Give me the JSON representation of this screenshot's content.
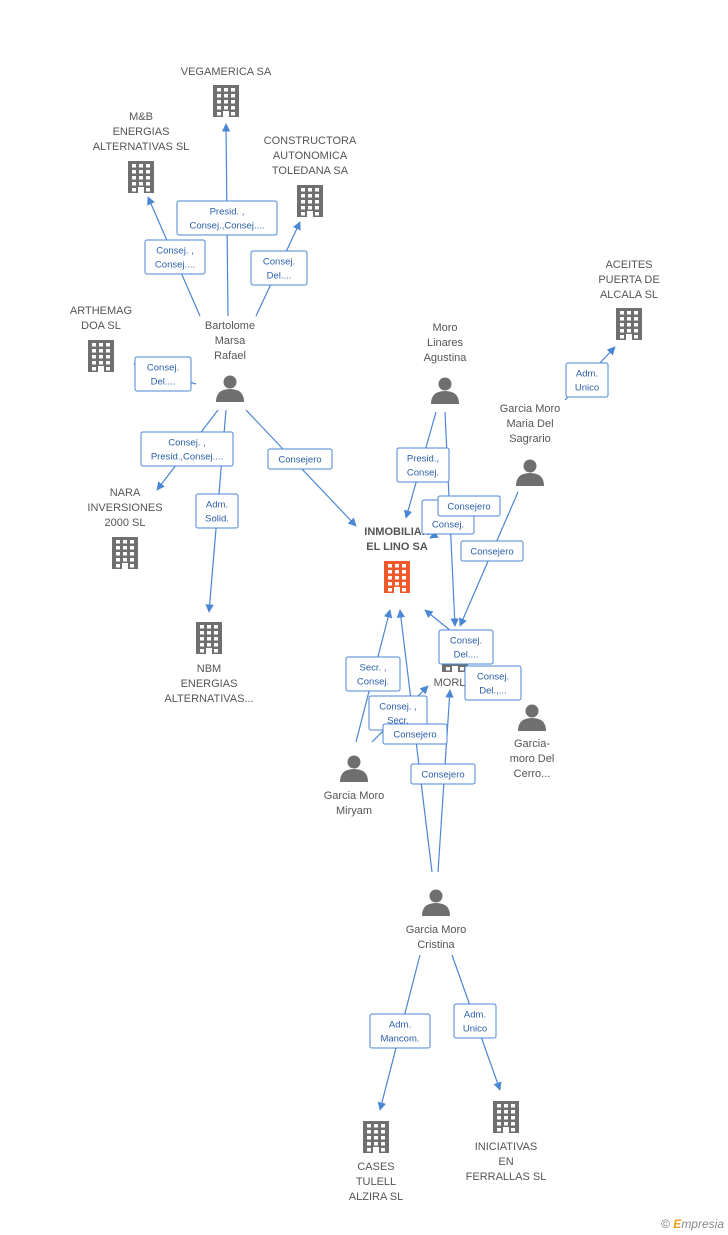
{
  "colors": {
    "edge": "#4a86d4",
    "company": "#6f6f6f",
    "focus": "#f0592a",
    "person": "#6f6f6f"
  },
  "nodes": [
    {
      "id": "vegamerica",
      "type": "company",
      "lines": [
        "VEGAMERICA SA"
      ]
    },
    {
      "id": "mb",
      "type": "company",
      "lines": [
        "M&B",
        "ENERGIAS",
        "ALTERNATIVAS SL"
      ]
    },
    {
      "id": "constructora",
      "type": "company",
      "lines": [
        "CONSTRUCTORA",
        "AUTONOMICA",
        "TOLEDANA SA"
      ]
    },
    {
      "id": "aceites",
      "type": "company",
      "lines": [
        "ACEITES",
        "PUERTA DE",
        "ALCALA SL"
      ]
    },
    {
      "id": "arthemag",
      "type": "company",
      "lines": [
        "ARTHEMAG",
        "DOA SL"
      ]
    },
    {
      "id": "bartolome",
      "type": "person",
      "lines": [
        "Bartolome",
        "Marsa",
        "Rafael"
      ]
    },
    {
      "id": "moro_linares",
      "type": "person",
      "lines": [
        "Moro",
        "Linares",
        "Agustina"
      ]
    },
    {
      "id": "garcia_maria",
      "type": "person",
      "lines": [
        "Garcia Moro",
        "Maria Del",
        "Sagrario"
      ]
    },
    {
      "id": "nara",
      "type": "company",
      "lines": [
        "NARA",
        "INVERSIONES",
        "2000 SL"
      ]
    },
    {
      "id": "inmobiliaria",
      "type": "focus",
      "lines": [
        "INMOBILIAR",
        "EL LINO SA"
      ]
    },
    {
      "id": "nbm",
      "type": "company",
      "lines": [
        "NBM",
        "ENERGIAS",
        "ALTERNATIVAS..."
      ]
    },
    {
      "id": "morlin",
      "type": "company",
      "lines": [
        "MORLIN"
      ]
    },
    {
      "id": "garcia_cerro",
      "type": "person",
      "lines": [
        "Garcia-",
        "moro Del",
        "Cerro..."
      ]
    },
    {
      "id": "garcia_miryam",
      "type": "person",
      "lines": [
        "Garcia Moro",
        "Miryam"
      ]
    },
    {
      "id": "garcia_cristina",
      "type": "person",
      "lines": [
        "Garcia Moro",
        "Cristina"
      ]
    },
    {
      "id": "cases",
      "type": "company",
      "lines": [
        "CASES",
        "TULELL",
        "ALZIRA SL"
      ]
    },
    {
      "id": "iniciativas",
      "type": "company",
      "lines": [
        "INICIATIVAS",
        "EN",
        "FERRALLAS SL"
      ]
    }
  ],
  "edges": [
    {
      "id": "e1",
      "lines": [
        "Presid. ,",
        "Consej.,Consej...."
      ]
    },
    {
      "id": "e2",
      "lines": [
        "Consej. ,",
        "Consej...."
      ]
    },
    {
      "id": "e3",
      "lines": [
        "Consej.",
        "Del...."
      ]
    },
    {
      "id": "e4",
      "lines": [
        "Consej.",
        "Del...."
      ]
    },
    {
      "id": "e5",
      "lines": [
        "Consej. ,",
        "Presid.,Consej...."
      ]
    },
    {
      "id": "e6",
      "lines": [
        "Adm.",
        "Solid."
      ]
    },
    {
      "id": "e7",
      "lines": [
        "Consejero"
      ]
    },
    {
      "id": "e8",
      "lines": [
        "Adm.",
        "Unico"
      ]
    },
    {
      "id": "e9",
      "lines": [
        "Presid.,",
        "Consej."
      ]
    },
    {
      "id": "e10",
      "lines": [
        "P",
        "Consej."
      ]
    },
    {
      "id": "e11",
      "lines": [
        "Consejero"
      ]
    },
    {
      "id": "e12",
      "lines": [
        "Consejero"
      ]
    },
    {
      "id": "e13",
      "lines": [
        "Consej.",
        "Del...."
      ]
    },
    {
      "id": "e14",
      "lines": [
        "Consej.",
        "Del.,..."
      ]
    },
    {
      "id": "e15",
      "lines": [
        "Secr. ,",
        "Consej."
      ]
    },
    {
      "id": "e16",
      "lines": [
        "Consej. ,",
        "Secr."
      ]
    },
    {
      "id": "e17",
      "lines": [
        "Consejero"
      ]
    },
    {
      "id": "e18",
      "lines": [
        "Consejero"
      ]
    },
    {
      "id": "e19",
      "lines": [
        "Adm.",
        "Mancom."
      ]
    },
    {
      "id": "e20",
      "lines": [
        "Adm.",
        "Unico"
      ]
    }
  ],
  "credit": {
    "symbol": "©",
    "brand_initial": "E",
    "brand_rest": "mpresia"
  }
}
